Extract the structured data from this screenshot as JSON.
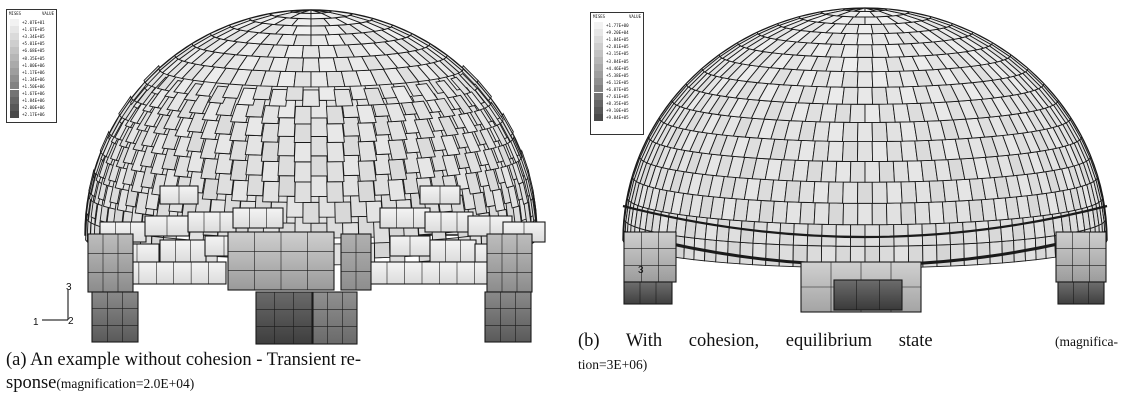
{
  "figure_a": {
    "legend": {
      "header_left": "MISES",
      "header_right": "VALUE",
      "values": [
        "+2.07E+01",
        "+1.67E+05",
        "+3.34E+05",
        "+5.01E+05",
        "+6.68E+05",
        "+8.35E+05",
        "+1.00E+06",
        "+1.17E+06",
        "+1.34E+06",
        "+1.50E+06",
        "+1.67E+06",
        "+1.84E+06",
        "+2.00E+06",
        "+2.17E+06"
      ]
    },
    "axis_triad": {
      "x": "1",
      "y": "3",
      "z": "2"
    },
    "caption_main": "(a) An example without cohesion - Transient response",
    "caption_line1": "(a) An example without cohesion - Transient re-",
    "caption_line2_prefix": "sponse",
    "caption_small": "(magnification=2.0E+04)"
  },
  "figure_b": {
    "legend": {
      "header_left": "MISES",
      "header_right": "VALUE",
      "values": [
        "+1.77E+00",
        "+9.20E+04",
        "+1.84E+05",
        "+2.81E+05",
        "+3.15E+05",
        "+3.84E+05",
        "+4.46E+05",
        "+5.38E+05",
        "+6.12E+05",
        "+6.87E+05",
        "+7.61E+05",
        "+8.35E+05",
        "+9.10E+05",
        "+9.84E+05"
      ]
    },
    "axis_label": "3",
    "caption_line1": "(b) With cohesion, equilibrium state",
    "caption_small1": "(magnifica-",
    "caption_small2": "tion=3E+06)"
  },
  "colors": {
    "legend_ramp": [
      "#f2f2f2",
      "#e6e6e6",
      "#dadada",
      "#cecece",
      "#c2c2c2",
      "#b6b6b6",
      "#aaaaaa",
      "#9e9e9e",
      "#909090",
      "#828282",
      "#747474",
      "#666666",
      "#585858",
      "#4a4a4a"
    ],
    "mesh_line": "#1a1a1a",
    "block_light": "#e9e9e9",
    "block_dark": "#555555"
  }
}
